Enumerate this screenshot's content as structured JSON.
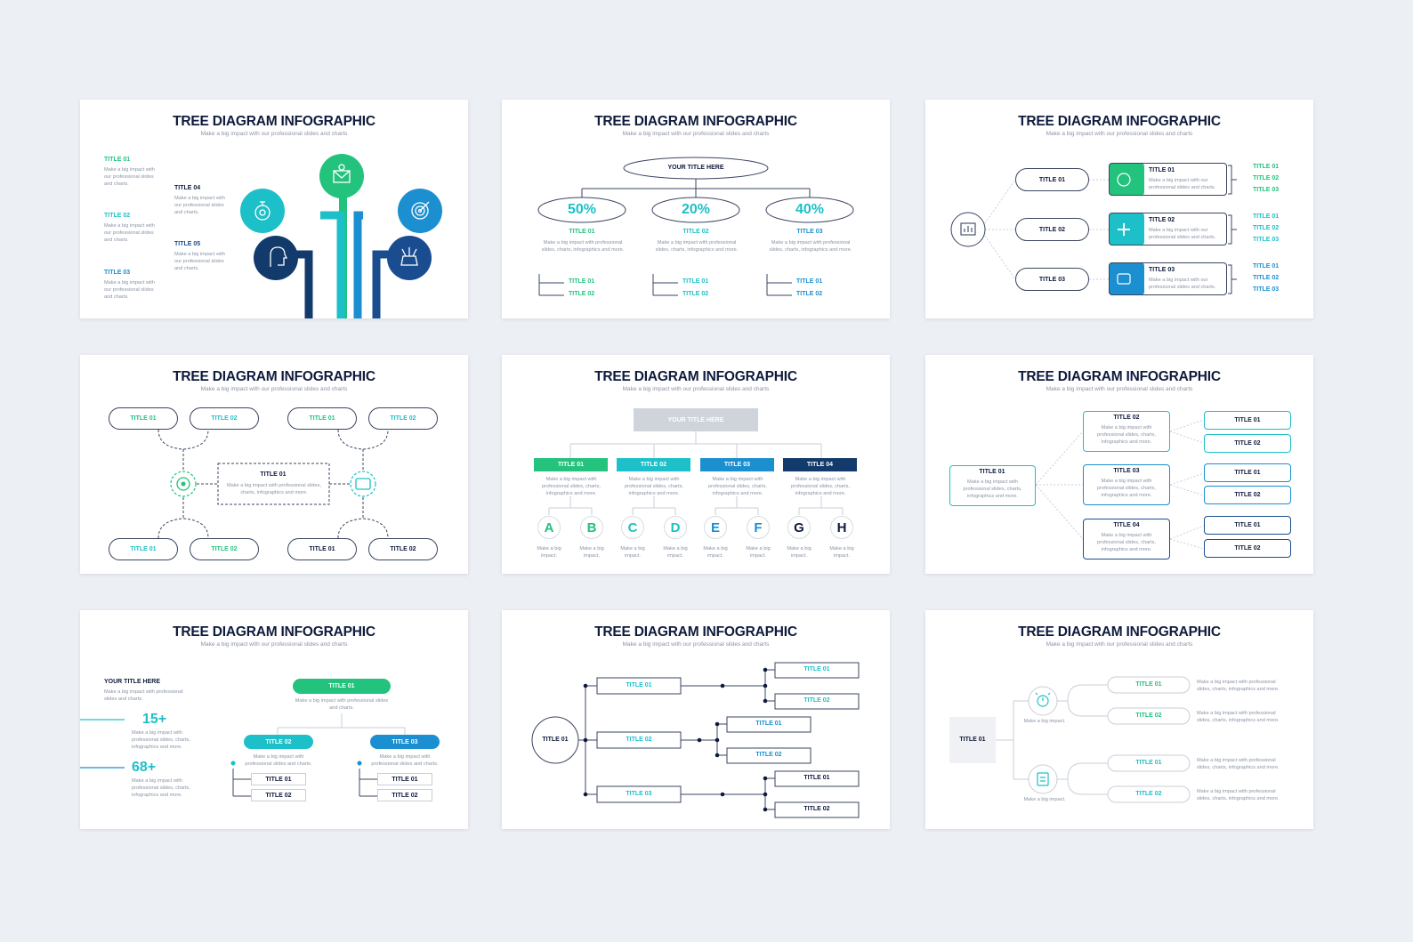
{
  "common": {
    "title": "TREE DIAGRAM INFOGRAPHIC",
    "subtitle": "Make a big impact with our professional slides and charts"
  },
  "labels": {
    "t1": "TITLE 01",
    "t2": "TITLE 02",
    "t3": "TITLE 03",
    "t4": "TITLE 04",
    "t5": "TITLE 05",
    "your_title": "YOUR TITLE HERE",
    "your_title_caps": "YOUR TITLE HERE"
  },
  "texts": {
    "mb_prof3": "Make a big impact with our professional slides and charts.",
    "mb_prof_charts": "Make a big impact with professional slides, charts, infographics and more.",
    "mb_short": "Make a big impact.",
    "mb_tiny": "Make a big impact.",
    "mb_prof_small": "Make a big impact with professional slides and charts."
  },
  "slide2": {
    "pct": [
      "50%",
      "20%",
      "40%"
    ]
  },
  "slide5": {
    "letters": [
      "A",
      "B",
      "C",
      "D",
      "E",
      "F",
      "G",
      "H"
    ]
  },
  "slide7": {
    "stat1": "15+",
    "stat2": "68+"
  },
  "colors": {
    "navy": "#0f1b3d",
    "green": "#23c27d",
    "cyan": "#1dc0c8",
    "blue": "#1b8fd0",
    "dark_blue": "#1a4d8f",
    "dark_navy": "#123a6b",
    "background": "#eceff4"
  }
}
